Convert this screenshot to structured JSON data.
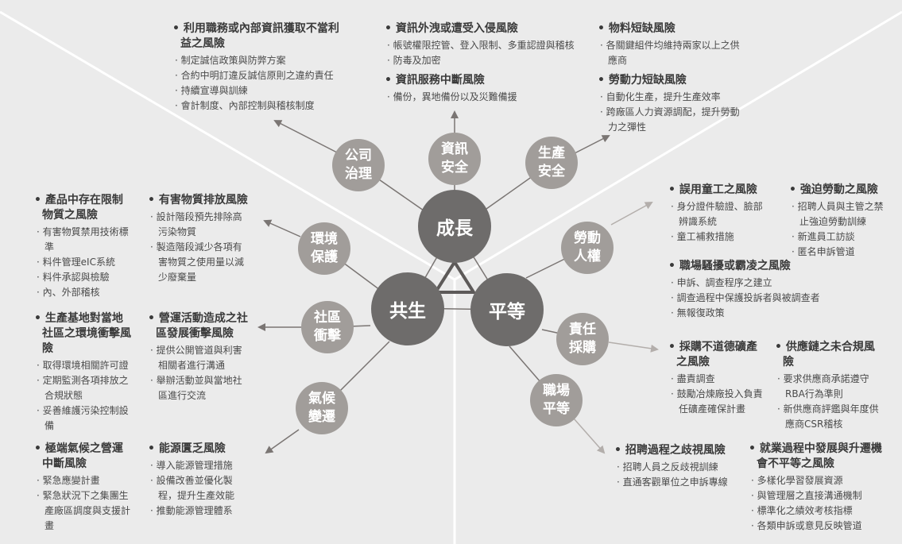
{
  "hubs": {
    "growth": "成長",
    "coexist": "共生",
    "equality": "平等"
  },
  "categories": {
    "governance": "公司\n治理",
    "infosec": "資訊\n安全",
    "production": "生產\n安全",
    "environment": "環境\n保護",
    "community": "社區\n衝擊",
    "climate": "氣候\n變遷",
    "labor": "勞動\n人權",
    "procurement": "責任\n採購",
    "workplace": "職場\n平等"
  },
  "blocks": {
    "gov1": {
      "head": "利用職務或內部資訊獲取不當利益之風險",
      "items": [
        "制定誠信政策與防弊方案",
        "合約中明訂違反誠信原則之違約責任",
        "持續宣導與訓練",
        "會計制度、內部控制與稽核制度"
      ]
    },
    "info1": {
      "head": "資訊外洩或遭受入侵風險",
      "items": [
        "帳號權限控管、登入限制、多重認證與稽核",
        "防毒及加密"
      ]
    },
    "info2": {
      "head": "資訊服務中斷風險",
      "items": [
        "備份，異地備份以及災難備援"
      ]
    },
    "prod1": {
      "head": "物料短缺風險",
      "items": [
        "各關鍵組件均維持兩家以上之供應商"
      ]
    },
    "prod2": {
      "head": "勞動力短缺風險",
      "items": [
        "自動化生產，提升生產效率",
        "跨廠區人力資源調配，提升勞動力之彈性"
      ]
    },
    "env1": {
      "head": "產品中存在限制物質之風險",
      "items": [
        "有害物質禁用技術標準",
        "料件管理eIC系統",
        "料件承認與檢驗",
        "內、外部稽核"
      ]
    },
    "env2": {
      "head": "有害物質排放風險",
      "items": [
        "設計階段預先排除高污染物質",
        "製造階段減少各項有害物質之使用量以減少廢棄量"
      ]
    },
    "com1": {
      "head": "生產基地對當地社區之環境衝擊風險",
      "items": [
        "取得環境相關許可證",
        "定期監測各項排放之合規狀態",
        "妥善維護污染控制設備"
      ]
    },
    "com2": {
      "head": "營運活動造成之社區發展衝擊風險",
      "items": [
        "提供公開管道與利害相關者進行溝通",
        "舉辦活動並與當地社區進行交流"
      ]
    },
    "cli1": {
      "head": "極端氣候之營運中斷風險",
      "items": [
        "緊急應變計畫",
        "緊急狀況下之集團生產廠區調度與支援計畫"
      ]
    },
    "cli2": {
      "head": "能源匱乏風險",
      "items": [
        "導入能源管理措施",
        "設備改善並優化製程，提升生產效能",
        "推動能源管理體系"
      ]
    },
    "lab1": {
      "head": "誤用童工之風險",
      "items": [
        "身分證件驗證、臉部辨識系統",
        "童工補救措施"
      ]
    },
    "lab2": {
      "head": "強迫勞動之風險",
      "items": [
        "招聘人員與主管之禁止強迫勞動訓練",
        "新進員工訪談",
        "匿名申訴管道"
      ]
    },
    "lab3": {
      "head": "職場騷擾或霸凌之風險",
      "items": [
        "申訴、調查程序之建立",
        "調查過程中保護投訴者與被調查者",
        "無報復政策"
      ]
    },
    "pro1": {
      "head": "採購不道德礦產之風險",
      "items": [
        "盡責調查",
        "鼓勵冶煉廠投入負責任礦產確保計畫"
      ]
    },
    "pro2": {
      "head": "供應鏈之未合規風險",
      "items": [
        "要求供應商承諾遵守RBA行為準則",
        "新供應商評鑑與年度供應商CSR稽核"
      ]
    },
    "wp1": {
      "head": "招聘過程之歧視風險",
      "items": [
        "招聘人員之反歧視訓練",
        "直通客觀單位之申訴專線"
      ]
    },
    "wp2": {
      "head": "就業過程中發展與升遷機會不平等之風險",
      "items": [
        "多樣化學習發展資源",
        "與管理層之直接溝通機制",
        "標準化之績效考核指標",
        "各類申訴或意見反映管道"
      ]
    }
  },
  "colors": {
    "background": "#ebebeb",
    "hub": "#6e6c6b",
    "category": "#a19d9a",
    "connector": "#7a7573",
    "divider": "#ffffff"
  }
}
